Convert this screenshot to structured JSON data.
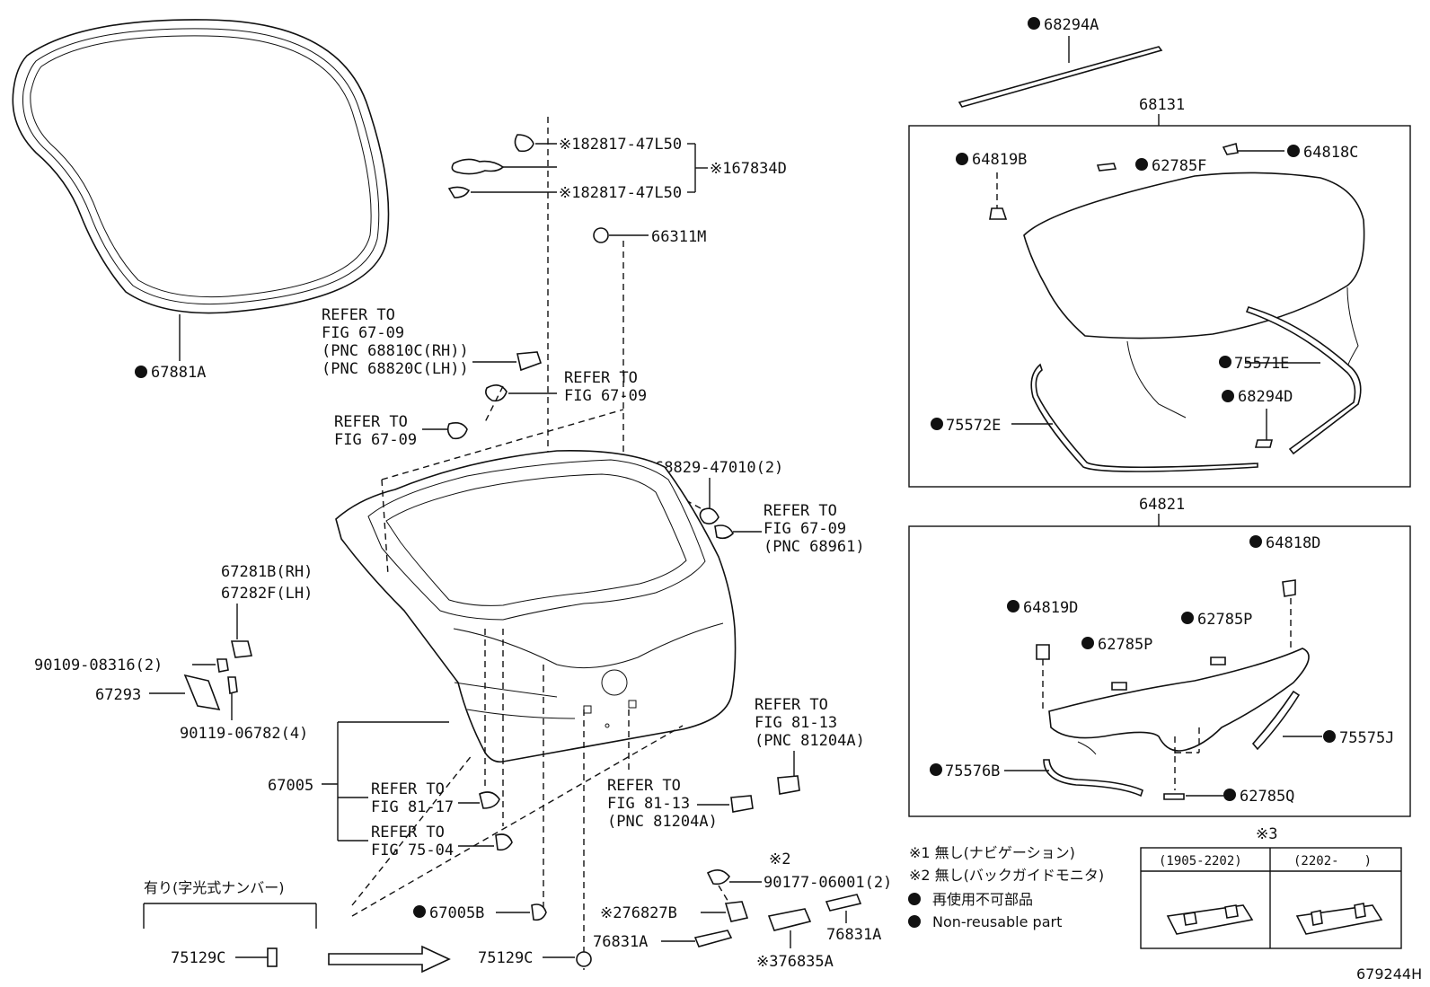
{
  "labels": {
    "p67881A": "67881A",
    "p68294A": "68294A",
    "p68131": "68131",
    "p64819B": "64819B",
    "p62785F": "62785F",
    "p64818C": "64818C",
    "p75571E": "75571E",
    "p68294D": "68294D",
    "p75572E": "75572E",
    "p64821": "64821",
    "p64818D": "64818D",
    "p64819D": "64819D",
    "p62785P_a": "62785P",
    "p62785P_b": "62785P",
    "p75575J": "75575J",
    "p75576B": "75576B",
    "p62785Q": "62785Q",
    "note1_top": "※182817-47L50",
    "note1_mid": "※167834D",
    "note1_bot": "※182817-47L50",
    "p66311M": "66311M",
    "ref_a1": "REFER TO",
    "ref_a2": "FIG 67-09",
    "ref_a3": "(PNC 68810C(RH))",
    "ref_a4": "(PNC 68820C(LH))",
    "ref_b1": "REFER TO",
    "ref_b2": "FIG 67-09",
    "ref_c1": "REFER TO",
    "ref_c2": "FIG 67-09",
    "p68829": "68829-47010(2)",
    "ref_d1": "REFER TO",
    "ref_d2": "FIG 67-09",
    "ref_d3": "(PNC 68961)",
    "p67281B": "67281B(RH)",
    "p67282F": "67282F(LH)",
    "p90109": "90109-08316(2)",
    "p67293": "67293",
    "p90119": "90119-06782(4)",
    "p67005": "67005",
    "ref_e1": "REFER TO",
    "ref_e2": "FIG 81-17",
    "ref_f1": "REFER TO",
    "ref_f2": "FIG 75-04",
    "ref_g1": "REFER TO",
    "ref_g2": "FIG 81-13",
    "ref_g3": "(PNC 81204A)",
    "ref_h1": "REFER TO",
    "ref_h2": "FIG 81-13",
    "ref_h3": "(PNC 81204A)",
    "ari": "有り(字光式ナンバー)",
    "p75129C_a": "75129C",
    "p75129C_b": "75129C",
    "p67005B": "67005B",
    "note2_a": "※2",
    "p90177": "90177-06001(2)",
    "p76827B": "※276827B",
    "p76831A_a": "76831A",
    "p76831A_b": "76831A",
    "p76835A": "※376835A",
    "legend1": "※1 無し(ナビゲーション)",
    "legend2": "※2 無し(バックガイドモニタ)",
    "legend3": "再使用不可部品",
    "legend4": "Non-reusable part",
    "note3": "※3",
    "col1": "(1905-2202)",
    "col2": "(2202-　　)",
    "code": "679244H"
  }
}
